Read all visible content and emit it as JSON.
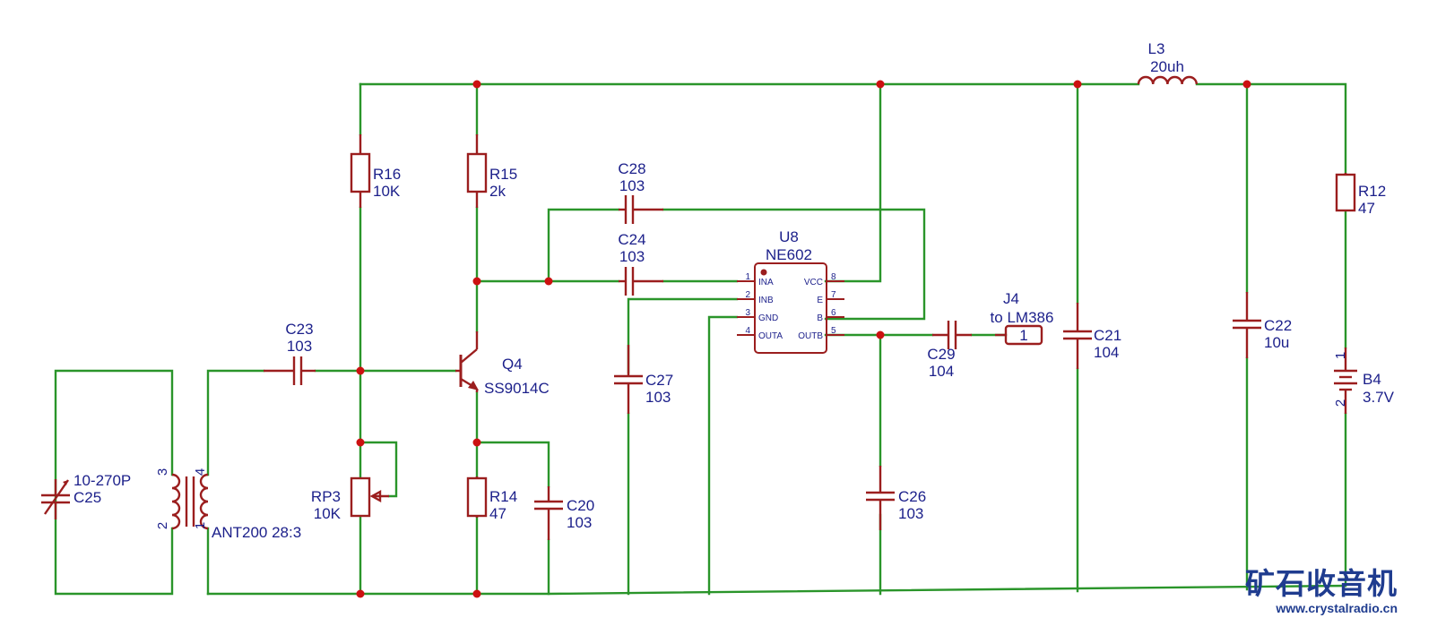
{
  "components": {
    "R16": {
      "ref": "R16",
      "value": "10K"
    },
    "R15": {
      "ref": "R15",
      "value": "2k"
    },
    "R14": {
      "ref": "R14",
      "value": "47"
    },
    "R12": {
      "ref": "R12",
      "value": "47"
    },
    "RP3": {
      "ref": "RP3",
      "value": "10K"
    },
    "C20": {
      "ref": "C20",
      "value": "103"
    },
    "C21": {
      "ref": "C21",
      "value": "104"
    },
    "C22": {
      "ref": "C22",
      "value": "10u"
    },
    "C23": {
      "ref": "C23",
      "value": "103"
    },
    "C24": {
      "ref": "C24",
      "value": "103"
    },
    "C25": {
      "ref": "C25",
      "value": "10-270P"
    },
    "C26": {
      "ref": "C26",
      "value": "103"
    },
    "C27": {
      "ref": "C27",
      "value": "103"
    },
    "C28": {
      "ref": "C28",
      "value": "103"
    },
    "C29": {
      "ref": "C29",
      "value": "104"
    },
    "L3": {
      "ref": "L3",
      "value": "20uh"
    },
    "Q4": {
      "ref": "Q4",
      "value": "SS9014C"
    },
    "B4": {
      "ref": "B4",
      "value": "3.7V",
      "pin1": "1",
      "pin2": "2"
    },
    "T1": {
      "value": "ANT200 28:3",
      "pins": [
        "3",
        "2",
        "4",
        "1"
      ]
    },
    "J4": {
      "ref": "J4",
      "value": "to LM386",
      "pin": "1"
    },
    "U8": {
      "ref": "U8",
      "value": "NE602",
      "pins_left": [
        {
          "num": "1",
          "name": "INA"
        },
        {
          "num": "2",
          "name": "INB"
        },
        {
          "num": "3",
          "name": "GND"
        },
        {
          "num": "4",
          "name": "OUTA"
        }
      ],
      "pins_right": [
        {
          "num": "8",
          "name": "VCC"
        },
        {
          "num": "7",
          "name": "E"
        },
        {
          "num": "6",
          "name": "B"
        },
        {
          "num": "5",
          "name": "OUTB"
        }
      ]
    }
  },
  "watermark": {
    "brand": "矿石收音机",
    "url": "www.crystalradio.cn"
  },
  "colors": {
    "wire": "#2a952a",
    "component": "#9b1e1e",
    "junction": "#cc1111",
    "text": "#1b1f8a",
    "watermark": "#1f3c8f"
  }
}
